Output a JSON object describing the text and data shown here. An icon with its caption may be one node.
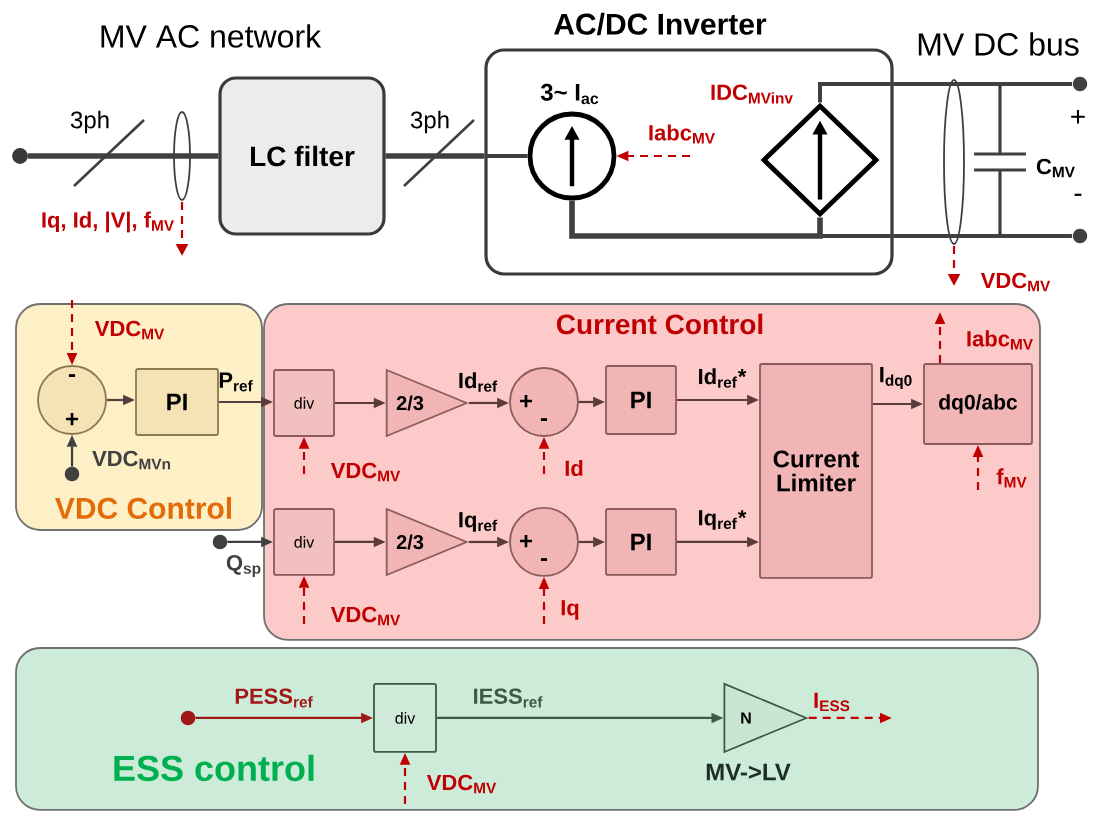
{
  "diagram": {
    "nodes": [
      {
        "text": [],
        "shape": "circle"
      },
      {
        "text": [
          "LC filter"
        ]
      },
      {
        "text": [
          "AC/DC Inverter"
        ]
      },
      {
        "text": [],
        "shape": "circle",
        "in": 2,
        "beside": [
          "3~ I$_{ac}$"
        ]
      },
      {
        "text": [],
        "shape": "diamond",
        "in": 2,
        "beside": [
          "IDC$_{MVinv}$"
        ]
      },
      {
        "text": [
          "VDC Control"
        ]
      },
      {
        "text": [
          "-",
          "+"
        ],
        "in": 5
      },
      {
        "text": [
          "PI"
        ],
        "in": 5
      },
      {
        "text": [
          "Current Control"
        ]
      },
      {
        "text": [
          "div"
        ],
        "in": 8
      },
      {
        "text": [
          "2/3"
        ],
        "in": 8
      },
      {
        "text": [
          "+",
          "-"
        ],
        "in": 8
      },
      {
        "text": [
          "PI"
        ],
        "in": 8
      },
      {
        "text": [
          "div"
        ],
        "in": 8
      },
      {
        "text": [
          "2/3"
        ],
        "in": 8
      },
      {
        "text": [
          "+",
          "-"
        ],
        "in": 8
      },
      {
        "text": [
          "PI"
        ],
        "in": 8
      },
      {
        "text": [
          "Current Limiter"
        ],
        "in": 8
      },
      {
        "text": [
          "dq0/abc"
        ],
        "in": 8
      },
      {
        "text": [
          "ESS control"
        ]
      },
      {
        "text": [
          "div"
        ],
        "in": 19
      },
      {
        "text": [
          "N"
        ],
        "in": 19,
        "beside": [
          "MV->LV"
        ]
      },
      {
        "text": [],
        "shape": "circle",
        "in": 5
      },
      {
        "text": [],
        "shape": "circle"
      },
      {
        "text": [],
        "shape": "circle",
        "in": 19
      }
    ],
    "edges": [
      {
        "from": 0,
        "to": 1,
        "arrow": "none",
        "style": "thick",
        "color": "#404040"
      },
      {
        "from": 1,
        "to": 2,
        "arrow": "none",
        "style": "thick",
        "color": "#404040"
      },
      {
        "from": 6,
        "to": 7,
        "arrow": "to"
      },
      {
        "from": 7,
        "to": 9,
        "arrow": "to",
        "label": "P$_{ref}$"
      },
      {
        "from": null,
        "to": 6,
        "arrow": "to",
        "style": "dashed",
        "color": "#c00000",
        "label": "VDC$_{MV}$"
      },
      {
        "from": 22,
        "to": 6,
        "arrow": "to",
        "color": "#404040",
        "label": "VDC$_{MVn}$"
      },
      {
        "from": 9,
        "to": 10,
        "arrow": "to"
      },
      {
        "from": 10,
        "to": 11,
        "arrow": "to",
        "label": "Id$_{ref}$"
      },
      {
        "from": 11,
        "to": 12,
        "arrow": "to"
      },
      {
        "from": 12,
        "to": 17,
        "arrow": "to",
        "label": "Id$_{ref}$*"
      },
      {
        "from": null,
        "to": 9,
        "arrow": "to",
        "style": "dashed",
        "color": "#c00000",
        "label": "VDC$_{MV}$"
      },
      {
        "from": null,
        "to": 11,
        "arrow": "to",
        "style": "dashed",
        "color": "#c00000",
        "label": "Id"
      },
      {
        "from": 23,
        "to": 13,
        "arrow": "to",
        "color": "#404040",
        "label": "Q$_{sp}$"
      },
      {
        "from": 13,
        "to": 14,
        "arrow": "to"
      },
      {
        "from": 14,
        "to": 15,
        "arrow": "to",
        "label": "Iq$_{ref}$"
      },
      {
        "from": 15,
        "to": 16,
        "arrow": "to"
      },
      {
        "from": 16,
        "to": 17,
        "arrow": "to",
        "label": "Iq$_{ref}$*"
      },
      {
        "from": null,
        "to": 13,
        "arrow": "to",
        "style": "dashed",
        "color": "#c00000",
        "label": "VDC$_{MV}$"
      },
      {
        "from": null,
        "to": 15,
        "arrow": "to",
        "style": "dashed",
        "color": "#c00000",
        "label": "Iq"
      },
      {
        "from": 17,
        "to": 18,
        "arrow": "to",
        "label": "I$_{dq0}$"
      },
      {
        "from": null,
        "to": 18,
        "arrow": "to",
        "style": "dashed",
        "color": "#c00000",
        "label": "f$_{MV}$"
      },
      {
        "from": 18,
        "to": null,
        "arrow": "to",
        "style": "dashed",
        "color": "#c00000",
        "label": "Iabc$_{MV}$"
      },
      {
        "from": null,
        "to": 3,
        "arrow": "to",
        "style": "dashed",
        "color": "#c00000",
        "label": "Iabc$_{MV}$"
      },
      {
        "from": 24,
        "to": 20,
        "arrow": "to",
        "color": "#a01818",
        "label": "PESS$_{ref}$"
      },
      {
        "from": 20,
        "to": 21,
        "arrow": "to",
        "color": "#3c5a46",
        "label": "IESS$_{ref}$"
      },
      {
        "from": null,
        "to": 20,
        "arrow": "to",
        "style": "dashed",
        "color": "#c00000",
        "label": "VDC$_{MV}$"
      },
      {
        "from": 21,
        "to": null,
        "arrow": "to",
        "style": "dashed",
        "color": "#c00000",
        "label": "I$_{ESS}$"
      },
      {
        "from": 3,
        "to": 4,
        "arrow": "none",
        "style": "thick",
        "color": "#404040"
      }
    ],
    "labels": [
      "MV AC network",
      "3ph",
      "3ph",
      "Iq, Id, |V|, f$_{MV}$",
      "MV DC bus",
      "+",
      "-",
      "C$_{MV}$",
      "VDC$_{MV}$"
    ]
  }
}
